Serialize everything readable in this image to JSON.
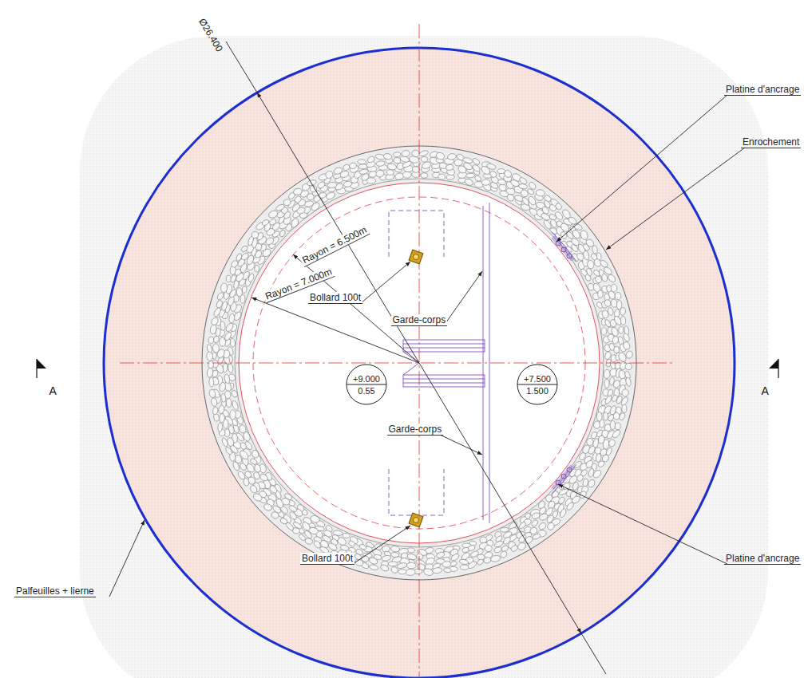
{
  "diagram": {
    "nodes": [
      {
        "text": [
          "+9.000",
          "0.55"
        ]
      },
      {
        "text": [
          "+7.500",
          "1.500"
        ]
      }
    ],
    "labels": [
      "Ø26.400",
      "Platine d'ancrage",
      "Enrochement",
      "Bollard 100t",
      "Rayon = 6.500m",
      "Rayon = 7.000m",
      "Garde-corps",
      "A",
      "A",
      "Garde-corps",
      "Bollard 100t",
      "Platine d'ancrage",
      "Palfeuilles + lierne"
    ]
  }
}
